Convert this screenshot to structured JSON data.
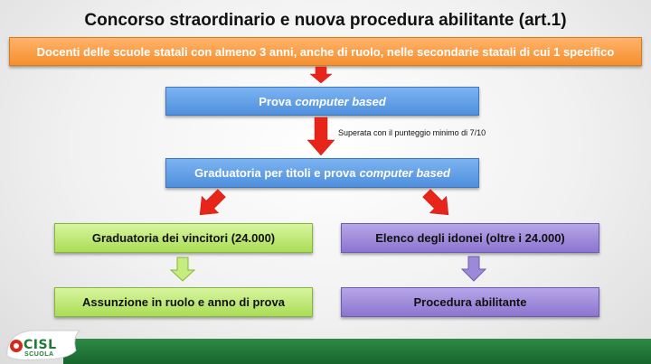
{
  "title": "Concorso straordinario e nuova procedura abilitante (art.1)",
  "boxes": {
    "requirements": "Docenti delle scuole statali con almeno 3 anni, anche di ruolo, nelle secondarie statali di cui 1 specifico",
    "exam_prefix": "Prova",
    "exam_italic": "computer based",
    "ranking_prefix": "Graduatoria per titoli e prova",
    "ranking_italic": "computer based",
    "winners": "Graduatoria dei vincitori (24.000)",
    "eligible": "Elenco degli idonei (oltre i 24.000)",
    "hiring": "Assunzione in ruolo e anno di prova",
    "procedure": "Procedura abilitante"
  },
  "note": "Superata con il punteggio minimo di 7/10",
  "logo": {
    "name": "CISL",
    "sub": "SCUOLA"
  },
  "colors": {
    "orange": "#f58f2e",
    "blue": "#4f8fdc",
    "green": "#a9dd55",
    "purple": "#8c75cf",
    "red_arrow": "#e8251a",
    "footer": "#1f7a35"
  }
}
